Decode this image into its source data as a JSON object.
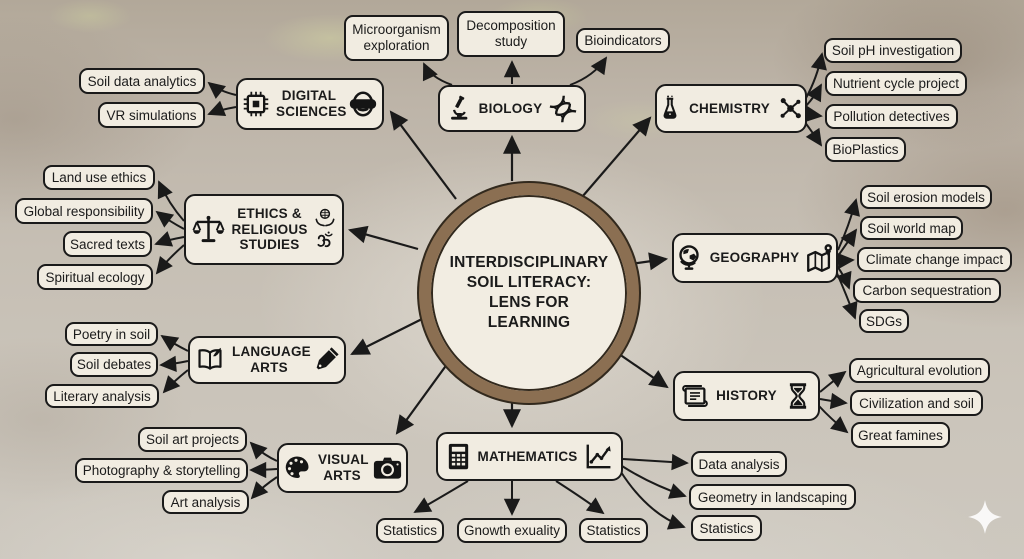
{
  "center": {
    "title": "INTERDISCIPLINARY SOIL LITERACY: LENS FOR LEARNING"
  },
  "branches": [
    {
      "label": "DIGITAL SCIENCES",
      "icons": [
        "cpu-chip-icon",
        "vr-headset-icon"
      ],
      "children": [
        "Soil data analytics",
        "VR simulations"
      ]
    },
    {
      "label": "BIOLOGY",
      "icons": [
        "microscope-icon",
        "dna-icon"
      ],
      "children": [
        "Microorganism exploration",
        "Decomposition study",
        "Bioindicators"
      ]
    },
    {
      "label": "CHEMISTRY",
      "icons": [
        "flask-icon",
        "molecule-icon"
      ],
      "children": [
        "Soil pH investigation",
        "Nutrient cycle project",
        "Pollution detectives",
        "BioPlastics"
      ]
    },
    {
      "label": "ETHICS & RELIGIOUS STUDIES",
      "icons": [
        "balance-scale-icon",
        "hands-globe-icon",
        "om-icon"
      ],
      "children": [
        "Land use ethics",
        "Global responsibility",
        "Sacred texts",
        "Spiritual ecology"
      ]
    },
    {
      "label": "GEOGRAPHY",
      "icons": [
        "globe-icon",
        "map-pin-icon"
      ],
      "children": [
        "Soil erosion models",
        "Soil world map",
        "Climate change impact",
        "Carbon sequestration",
        "SDGs"
      ]
    },
    {
      "label": "LANGUAGE ARTS",
      "icons": [
        "open-book-icon",
        "pen-icon"
      ],
      "children": [
        "Poetry in soil",
        "Soil debates",
        "Literary analysis"
      ]
    },
    {
      "label": "HISTORY",
      "icons": [
        "scroll-icon",
        "hourglass-icon"
      ],
      "children": [
        "Agricultural evolution",
        "Civilization and soil",
        "Great famines"
      ]
    },
    {
      "label": "VISUAL ARTS",
      "icons": [
        "palette-icon",
        "camera-icon"
      ],
      "children": [
        "Soil art projects",
        "Photography & storytelling",
        "Art analysis"
      ]
    },
    {
      "label": "MATHEMATICS",
      "icons": [
        "calculator-icon",
        "line-chart-icon"
      ],
      "children": [
        "Statistics",
        "Gnowth exuality",
        "Statistics",
        "Data analysis",
        "Geometry in landscaping",
        "Statistics"
      ]
    }
  ],
  "decorations": {
    "bottom_right": "sparkle-icon"
  },
  "colors": {
    "node_fill": "#f1ece1",
    "node_border": "#1a1a1a",
    "ring_brown": "#8b6f52",
    "text": "#1b1b1b",
    "sparkle": "#ffffff"
  }
}
